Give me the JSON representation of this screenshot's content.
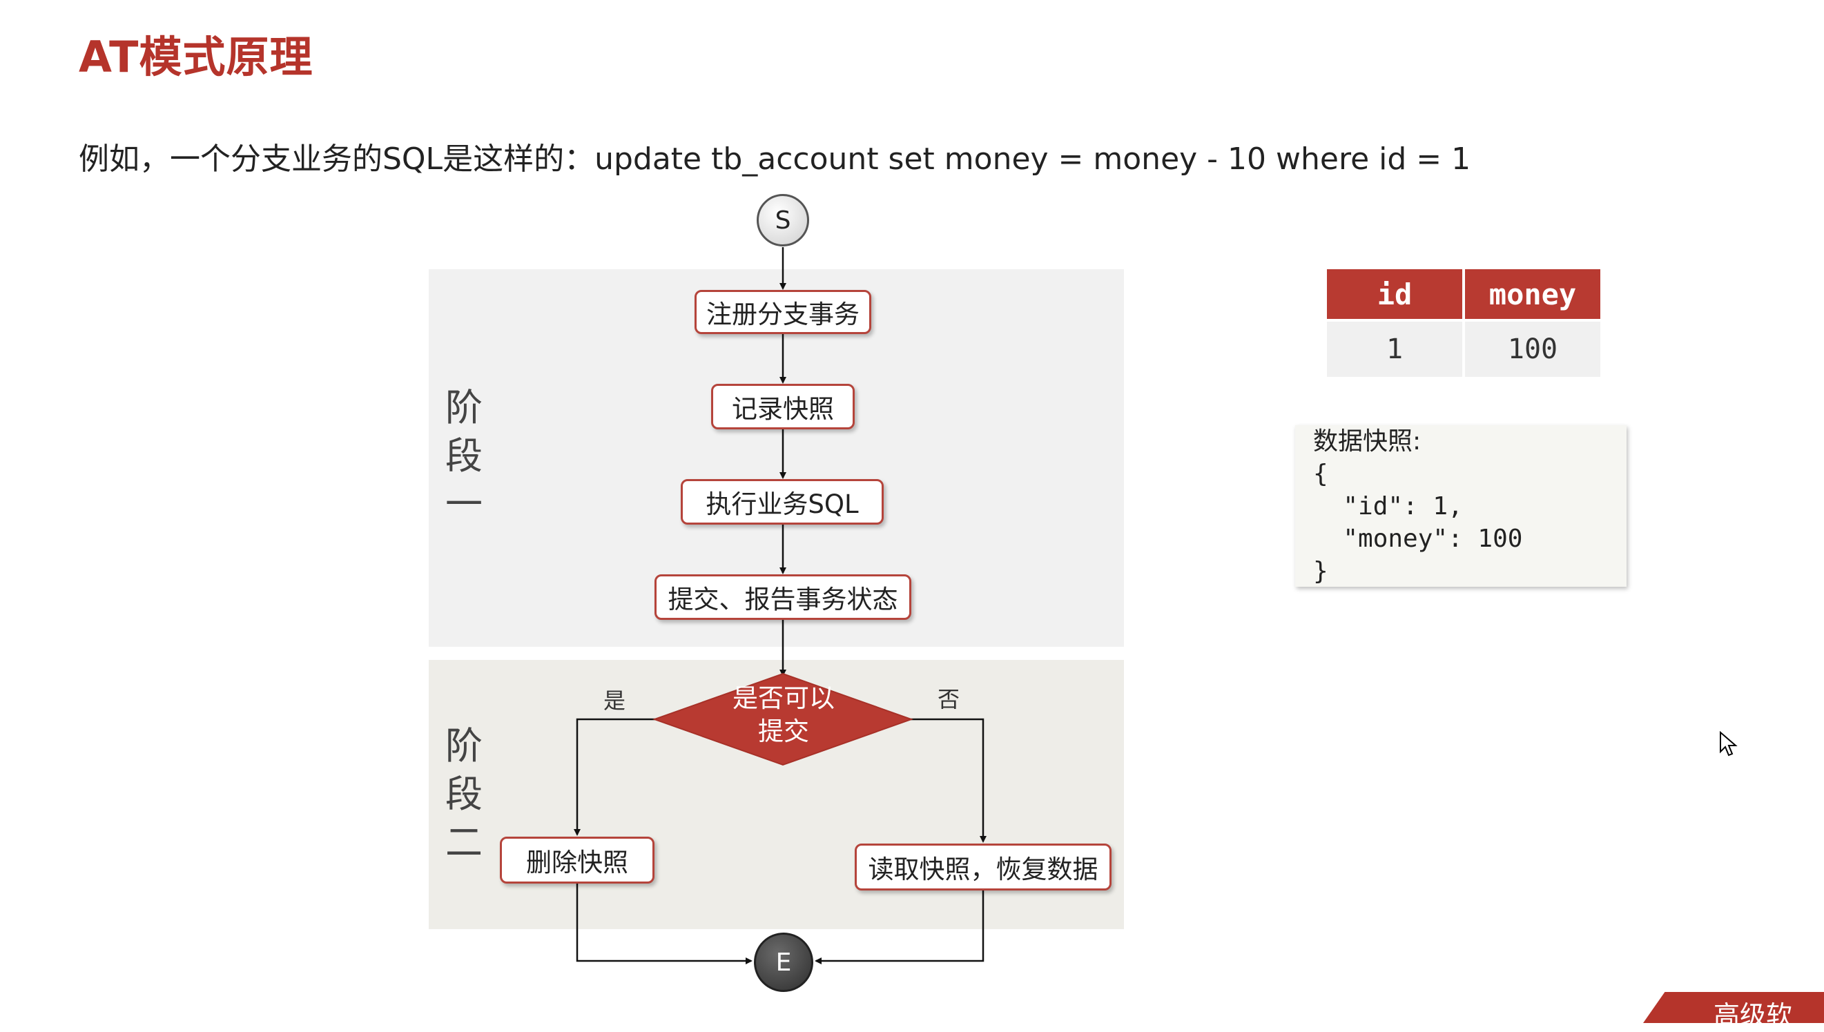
{
  "title": "AT模式原理",
  "intro": "例如，一个分支业务的SQL是这样的：update tb_account set money = money - 10 where id = 1",
  "flow": {
    "start": "S",
    "end": "E",
    "phase1_label": [
      "阶",
      "段",
      "一"
    ],
    "phase2_label": [
      "阶",
      "段",
      "二"
    ],
    "steps": [
      "注册分支事务",
      "记录快照",
      "执行业务SQL",
      "提交、报告事务状态"
    ],
    "decision": [
      "是否可以",
      "提交"
    ],
    "yes_label": "是",
    "no_label": "否",
    "yes_action": "删除快照",
    "no_action": "读取快照，恢复数据"
  },
  "table": {
    "headers": [
      "id",
      "money"
    ],
    "rows": [
      [
        "1",
        "100"
      ]
    ]
  },
  "snapshot": {
    "title": "数据快照:",
    "lines": [
      "{",
      "  \"id\": 1,",
      "  \"money\": 100",
      "}"
    ]
  },
  "corner_text": "高级软",
  "colors": {
    "accent": "#b5342b",
    "box_border": "#b5443b"
  }
}
